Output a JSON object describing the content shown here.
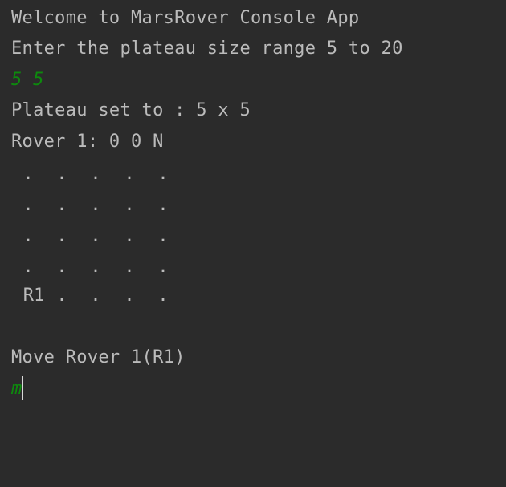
{
  "console": {
    "lines": {
      "welcome": "Welcome to MarsRover Console App",
      "prompt_plateau": "Enter the plateau size range 5 to 20",
      "input_plateau": "5 5",
      "plateau_set": "Plateau set to : 5 x 5",
      "rover_status": "Rover 1: 0 0 N",
      "move_prompt": "Move Rover 1(R1)",
      "input_move": "m"
    },
    "grid": [
      [
        ".",
        ".",
        ".",
        ".",
        "."
      ],
      [
        ".",
        ".",
        ".",
        ".",
        "."
      ],
      [
        ".",
        ".",
        ".",
        ".",
        "."
      ],
      [
        ".",
        ".",
        ".",
        ".",
        "."
      ],
      [
        "R1",
        ".",
        ".",
        ".",
        "."
      ]
    ],
    "colors": {
      "background": "#2b2b2b",
      "text": "#bbbbbb",
      "user_input": "#0d8a0d"
    }
  }
}
